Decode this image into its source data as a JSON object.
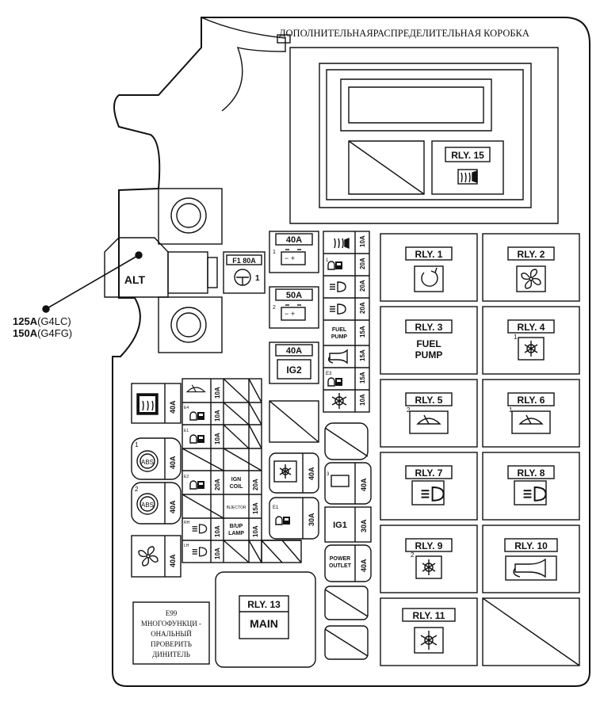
{
  "title": "ДОПОЛНИТЕЛЬНАЯРАСПРЕДЕЛИТЕЛЬНАЯ КОРОБКА",
  "alt": {
    "label": "ALT",
    "rating_1_value": "125A",
    "rating_1_engine": "(G4LC)",
    "rating_2_value": "150A",
    "rating_2_engine": "(G4FG)"
  },
  "f1": {
    "label": "F1 80A",
    "num": "1"
  },
  "fuses_mid": [
    {
      "amp": "40A",
      "num": "1"
    },
    {
      "amp": "50A",
      "num": "2"
    },
    {
      "amp": "40A",
      "name": "IG2"
    }
  ],
  "mini_fuses": [
    {
      "icon": "defog-icon",
      "amp": "10A"
    },
    {
      "icon": "engine-ecu-icon",
      "num": "1",
      "amp": "20A"
    },
    {
      "icon": "low-beam-icon",
      "amp": "20A"
    },
    {
      "icon": "high-beam-icon",
      "amp": "20A"
    },
    {
      "label_1": "FUEL",
      "label_2": "PUMP",
      "amp": "15A"
    },
    {
      "icon": "horn-icon",
      "amp": "15A"
    },
    {
      "icon": "engine-ecu-icon",
      "num": "E3",
      "amp": "15A"
    },
    {
      "icon": "ac-icon",
      "amp": "10A"
    }
  ],
  "relays": [
    {
      "label": "RLY. 1",
      "icon": "starter-icon"
    },
    {
      "label": "RLY. 2",
      "icon": "fan-icon"
    },
    {
      "label": "RLY. 3",
      "line_1": "FUEL",
      "line_2": "PUMP"
    },
    {
      "label": "RLY. 4",
      "icon": "cooling-icon",
      "num": "1"
    },
    {
      "label": "RLY. 5",
      "icon": "wiper-icon",
      "num": "2"
    },
    {
      "label": "RLY. 6",
      "icon": "wiper-icon",
      "num": "1"
    },
    {
      "label": "RLY. 7",
      "icon": "low-beam-icon"
    },
    {
      "label": "RLY. 8",
      "icon": "high-beam-icon"
    },
    {
      "label": "RLY. 9",
      "icon": "cooling-icon",
      "num": "2"
    },
    {
      "label": "RLY. 10",
      "icon": "horn-icon"
    },
    {
      "label": "RLY. 11",
      "icon": "ac-icon"
    },
    {
      "label": "RLY. 13",
      "line_1": "MAIN"
    },
    {
      "label": "RLY. 15",
      "icon": "defog-icon"
    }
  ],
  "left_fuses": [
    {
      "icon": "rear-defog-icon",
      "amp": "40A"
    },
    {
      "icon": "abs-icon",
      "num": "1",
      "amp": "40A"
    },
    {
      "icon": "abs-icon",
      "num": "2",
      "amp": "40A"
    },
    {
      "icon": "fan-icon",
      "amp": "40A"
    }
  ],
  "grid_fuses": [
    {
      "icon": "wiper-icon",
      "amp": "10A"
    },
    {
      "num": "E4",
      "amp": "10A"
    },
    {
      "num": "E1",
      "amp": "10A"
    },
    {
      "num": "E2",
      "amp": "20A",
      "label_1": "IGN",
      "label_2": "COIL",
      "amp2": "20A"
    },
    {
      "label": "INJECTOR",
      "amp": "15A"
    },
    {
      "num": "RH",
      "amp": "10A",
      "label_1": "B/UP",
      "label_2": "LAMP",
      "amp2": "10A"
    },
    {
      "num": "LH",
      "amp": "10A"
    }
  ],
  "center_fuses": [
    {
      "icon": "cooling-icon",
      "amp": "40A"
    },
    {
      "num": "E1",
      "amp": "30A"
    },
    {
      "num": "3",
      "amp": "40A"
    },
    {
      "label": "IG1",
      "amp": "30A"
    },
    {
      "label_1": "POWER",
      "label_2": "OUTLET",
      "amp": "40A"
    }
  ],
  "note": {
    "line_1": "E99",
    "line_2": "МНОГОФУНКЦИ -",
    "line_3": "ОНАЛЬНЫЙ",
    "line_4": "ПРОВЕРИТЬ",
    "line_5": "ДИНИТЕЛЬ"
  }
}
